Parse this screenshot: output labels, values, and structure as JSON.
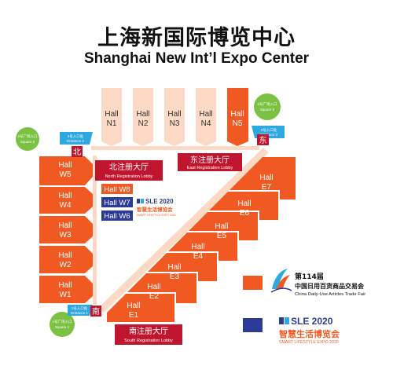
{
  "header": {
    "title_cn": "上海新国际博览中心",
    "title_en": "Shanghai New Int’l Expo Center"
  },
  "halls_north": [
    {
      "name": "Hall",
      "num": "N1"
    },
    {
      "name": "Hall",
      "num": "N2"
    },
    {
      "name": "Hall",
      "num": "N3"
    },
    {
      "name": "Hall",
      "num": "N4"
    },
    {
      "name": "Hall",
      "num": "N5"
    }
  ],
  "halls_west": [
    {
      "name": "Hall",
      "num": "W5"
    },
    {
      "name": "Hall",
      "num": "W4"
    },
    {
      "name": "Hall",
      "num": "W3"
    },
    {
      "name": "Hall",
      "num": "W2"
    },
    {
      "name": "Hall",
      "num": "W1"
    }
  ],
  "halls_east": [
    {
      "name": "Hall",
      "num": "E1"
    },
    {
      "name": "Hall",
      "num": "E2"
    },
    {
      "name": "Hall",
      "num": "E3"
    },
    {
      "name": "Hall",
      "num": "E4"
    },
    {
      "name": "Hall",
      "num": "E5"
    },
    {
      "name": "Hall",
      "num": "E6"
    },
    {
      "name": "Hall",
      "num": "E7"
    }
  ],
  "small_halls": [
    "Hall W8",
    "Hall W7",
    "Hall W6"
  ],
  "lobbies": {
    "north": {
      "cn": "北注册大厅",
      "en": "North Registration Lobby",
      "badge": "北"
    },
    "east": {
      "cn": "东注册大厅",
      "en": "East Registration Lobby",
      "badge": "东"
    },
    "south": {
      "cn": "南注册大厅",
      "en": "South Registration Lobby",
      "badge": "南"
    }
  },
  "entrances": {
    "e1": {
      "cn": "1号入口处",
      "en": "Entrance 1"
    },
    "e2": {
      "cn": "2号入口处",
      "en": "Entrance 2"
    },
    "e3": {
      "cn": "3号入口处",
      "en": "Entrance 3"
    }
  },
  "squares": {
    "s1": {
      "cn": "1号广场入口",
      "en": "Square 1"
    },
    "s2": {
      "cn": "2号广场入口",
      "en": "Square 2"
    },
    "s3": {
      "cn": "3号广场入口",
      "en": "Square 3"
    }
  },
  "sle_center": {
    "brand": "SLE 2020",
    "cn": "智慧生活博览会",
    "en": "SMART LIFESTYLE EXPO 2020"
  },
  "legend": {
    "fair": {
      "session": "第114届",
      "cn": "中国日用百货商品交易会",
      "en": "China Daily-Use Articles Trade Fair"
    },
    "sle": {
      "brand": "SLE 2020",
      "cn": "智慧生活博览会",
      "en": "SMART LIFESTYLE EXPO 2020"
    }
  },
  "colors": {
    "orange": "#f05a22",
    "peach": "#fbd9c4",
    "navy": "#2c3c96",
    "red": "#c0152e",
    "blue": "#2fa8e0",
    "green": "#7cc242",
    "text_dark": "#111111"
  }
}
